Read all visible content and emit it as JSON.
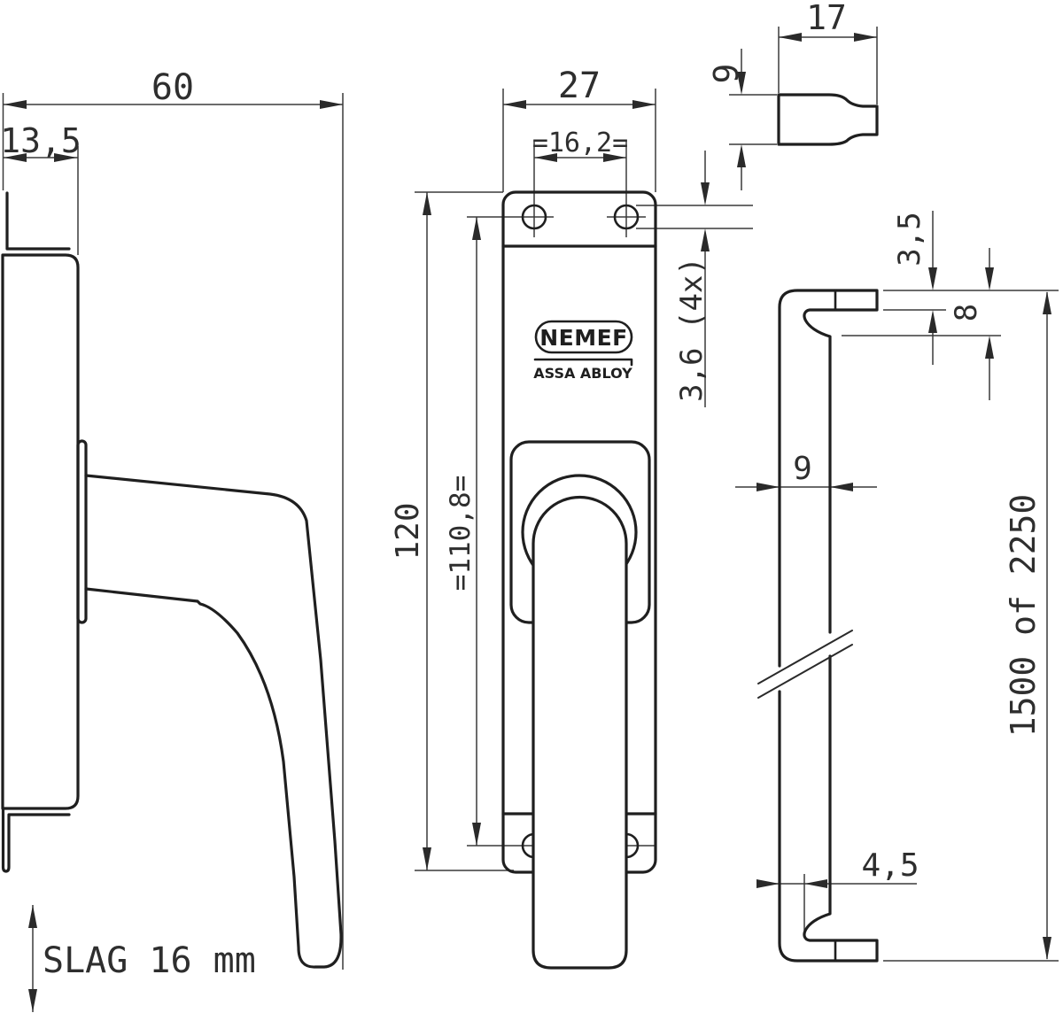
{
  "drawing": {
    "type": "technical-drawing",
    "product": "window fastener with espagnolette rod",
    "colors": {
      "background": "#ffffff",
      "outline": "#1f1f1f",
      "dimension_lines": "#3a3a3a",
      "text": "#2e2e2e"
    },
    "logo": {
      "brand": "NEMEF",
      "company": "ASSA ABLOY"
    },
    "views": {
      "side": {
        "label": "side view of handle",
        "dims": {
          "total_depth": "60",
          "plate_depth": "13,5"
        },
        "stroke_note": "SLAG 16 mm"
      },
      "front": {
        "label": "front view of handle plate",
        "dims": {
          "plate_width": "27",
          "hole_pitch_horizontal": "=16,2=",
          "plate_height": "120",
          "hole_pitch_vertical": "=110,8=",
          "hole_diameter": "3,6 (4x)"
        }
      },
      "keeper_top": {
        "label": "top view of hook piece",
        "dims": {
          "width": "17",
          "height": "9"
        }
      },
      "rod": {
        "label": "side view of espagnolette rod",
        "dims": {
          "lip_thickness": "3,5",
          "hook_depth": "8",
          "rod_width": "9",
          "rod_length": "1500 of 2250",
          "hook_offset": "4,5"
        }
      }
    }
  }
}
